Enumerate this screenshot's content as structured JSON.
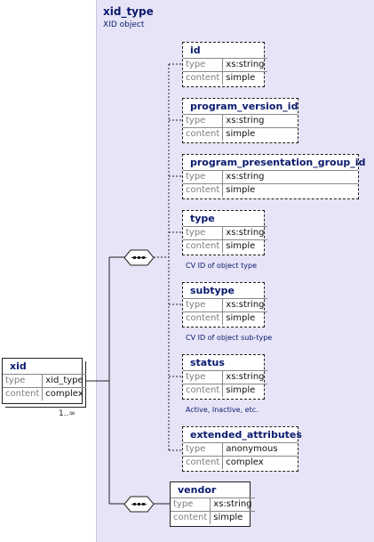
{
  "complex_type": {
    "name": "xid_type",
    "description": "XID object"
  },
  "root": {
    "name": "xid",
    "type": "xid_type",
    "content": "complex",
    "multiplicity": "1..∞"
  },
  "field_labels": {
    "type": "type",
    "content": "content"
  },
  "sequence_icon": "sequence-compositor-icon",
  "elements": [
    {
      "name": "id",
      "type": "xs:string",
      "content": "simple",
      "note": ""
    },
    {
      "name": "program_version_id",
      "type": "xs:string",
      "content": "simple",
      "note": ""
    },
    {
      "name": "program_presentation_group_id",
      "type": "xs:string",
      "content": "simple",
      "note": ""
    },
    {
      "name": "type",
      "type": "xs:string",
      "content": "simple",
      "note": "CV ID of object type"
    },
    {
      "name": "subtype",
      "type": "xs:string",
      "content": "simple",
      "note": "CV ID of object sub-type"
    },
    {
      "name": "status",
      "type": "xs:string",
      "content": "simple",
      "note": "Active, Inactive, etc."
    },
    {
      "name": "extended_attributes",
      "type": "anonymous",
      "content": "complex",
      "note": ""
    }
  ],
  "vendor": {
    "name": "vendor",
    "type": "xs:string",
    "content": "simple"
  }
}
